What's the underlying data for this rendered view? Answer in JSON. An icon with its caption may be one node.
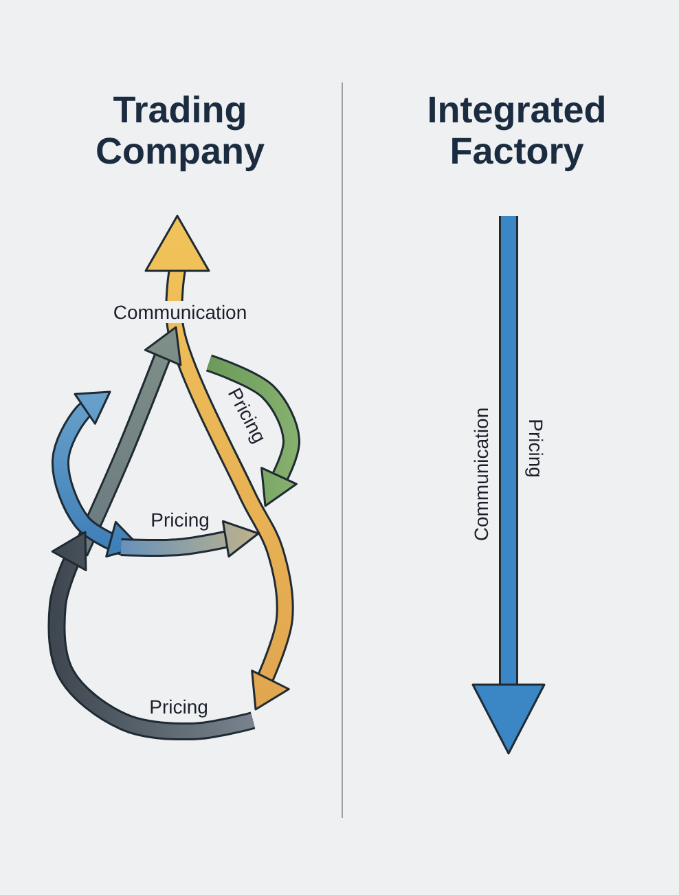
{
  "diagram": {
    "labels": [
      "Trading Company",
      "Communication",
      "Pricing",
      "Pricing",
      "Pricing",
      "Integrated Factory",
      "Communication",
      "Pricing"
    ]
  }
}
